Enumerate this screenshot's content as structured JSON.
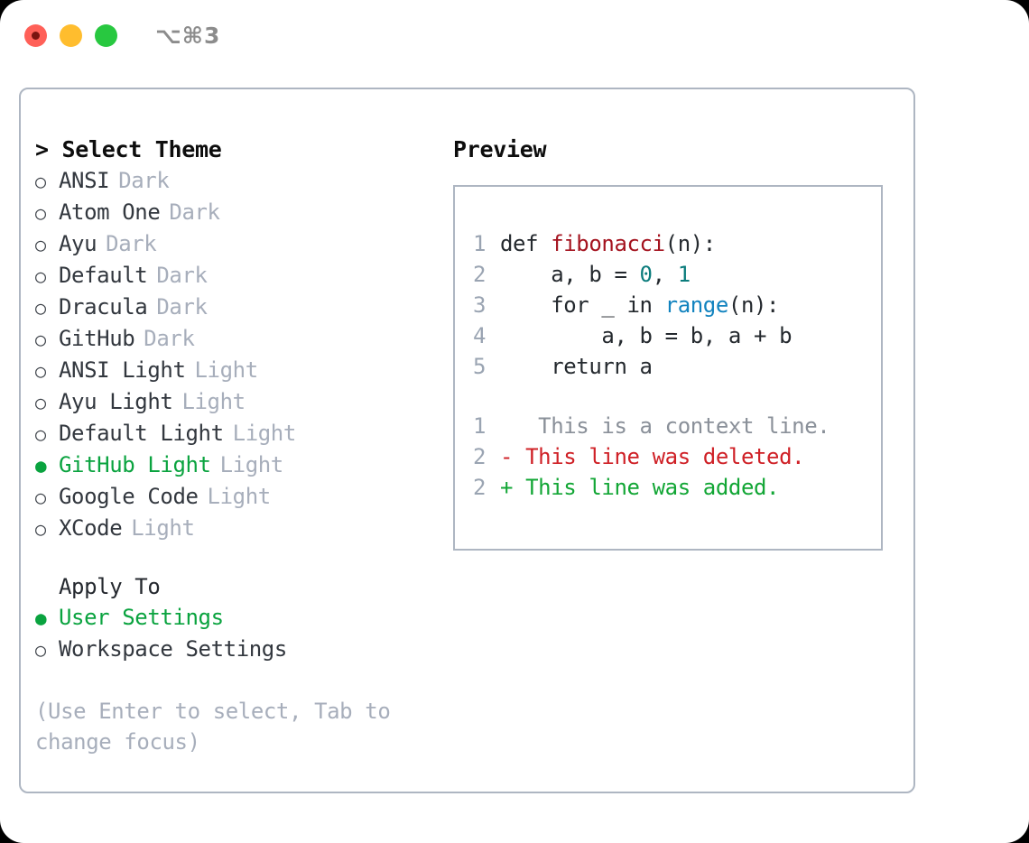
{
  "titlebar": {
    "shortcut": "⌥⌘3",
    "lights": [
      "close-red",
      "minimize-yellow",
      "maximize-green"
    ]
  },
  "theme_picker": {
    "header": "> Select Theme",
    "selected_bullet": "●",
    "unselected_bullet": "○",
    "items": [
      {
        "bullet": "○",
        "name": "ANSI",
        "kind": "Dark",
        "selected": false
      },
      {
        "bullet": "○",
        "name": "Atom One",
        "kind": "Dark",
        "selected": false
      },
      {
        "bullet": "○",
        "name": "Ayu",
        "kind": "Dark",
        "selected": false
      },
      {
        "bullet": "○",
        "name": "Default",
        "kind": "Dark",
        "selected": false
      },
      {
        "bullet": "○",
        "name": "Dracula",
        "kind": "Dark",
        "selected": false
      },
      {
        "bullet": "○",
        "name": "GitHub",
        "kind": "Dark",
        "selected": false
      },
      {
        "bullet": "○",
        "name": "ANSI Light",
        "kind": "Light",
        "selected": false
      },
      {
        "bullet": "○",
        "name": "Ayu Light",
        "kind": "Light",
        "selected": false
      },
      {
        "bullet": "○",
        "name": "Default Light",
        "kind": "Light",
        "selected": false
      },
      {
        "bullet": "●",
        "name": "GitHub Light",
        "kind": "Light",
        "selected": true
      },
      {
        "bullet": "○",
        "name": "Google Code",
        "kind": "Light",
        "selected": false
      },
      {
        "bullet": "○",
        "name": "XCode",
        "kind": "Light",
        "selected": false
      }
    ]
  },
  "apply_to": {
    "label": "Apply To",
    "items": [
      {
        "bullet": "●",
        "name": "User Settings",
        "selected": true
      },
      {
        "bullet": "○",
        "name": "Workspace Settings",
        "selected": false
      }
    ]
  },
  "hint": "(Use Enter to select, Tab to change focus)",
  "preview": {
    "title": "Preview",
    "code_lines": [
      {
        "ln": "1",
        "parts": [
          {
            "t": "def ",
            "c": "plain"
          },
          {
            "t": "fibonacci",
            "c": "fn"
          },
          {
            "t": "(n):",
            "c": "plain"
          }
        ]
      },
      {
        "ln": "2",
        "parts": [
          {
            "t": "    a, b = ",
            "c": "plain"
          },
          {
            "t": "0",
            "c": "num"
          },
          {
            "t": ", ",
            "c": "plain"
          },
          {
            "t": "1",
            "c": "num"
          }
        ]
      },
      {
        "ln": "3",
        "parts": [
          {
            "t": "    for _ in ",
            "c": "plain"
          },
          {
            "t": "range",
            "c": "call"
          },
          {
            "t": "(n):",
            "c": "plain"
          }
        ]
      },
      {
        "ln": "4",
        "parts": [
          {
            "t": "        a, b = b, a + b",
            "c": "plain"
          }
        ]
      },
      {
        "ln": "5",
        "parts": [
          {
            "t": "    return a",
            "c": "plain"
          }
        ]
      }
    ],
    "diff_lines": [
      {
        "ln": "1",
        "marker": " ",
        "text": "  This is a context line.",
        "kind": "context"
      },
      {
        "ln": "2",
        "marker": "-",
        "text": " This line was deleted.",
        "kind": "deleted"
      },
      {
        "ln": "2",
        "marker": "+",
        "text": " This line was added.",
        "kind": "added"
      }
    ]
  },
  "colors": {
    "accent_green": "#0aa33f",
    "muted": "#a7aebb",
    "border": "#aeb6c2",
    "fn_red": "#a4131f",
    "number_teal": "#0b7c7c",
    "call_blue": "#1283bf",
    "diff_delete": "#cf2026",
    "diff_add": "#12a635"
  }
}
